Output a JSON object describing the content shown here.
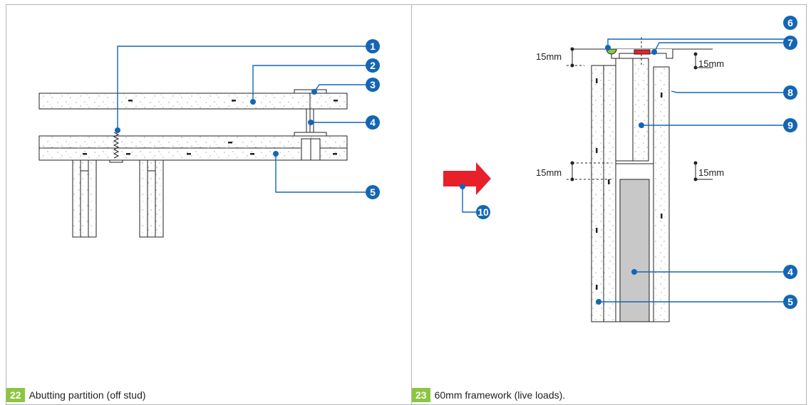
{
  "colors": {
    "callout_fill": "#1466b4",
    "leader": "#1466b4",
    "caption_badge": "#8bc640",
    "arrow": "#e8202a",
    "sealant_green": "#8bc640",
    "tape_red": "#e8202a",
    "steel_grey": "#c8c8c8"
  },
  "left_panel": {
    "caption_number": "22",
    "caption_text": "Abutting partition (off stud)",
    "callouts": [
      "1",
      "2",
      "3",
      "4",
      "5"
    ]
  },
  "right_panel": {
    "caption_number": "23",
    "caption_text": "60mm framework (live loads).",
    "callouts": [
      "6",
      "7",
      "8",
      "9",
      "4",
      "5",
      "10"
    ],
    "measurements": [
      "15mm",
      "15mm",
      "15mm",
      "15mm"
    ]
  }
}
